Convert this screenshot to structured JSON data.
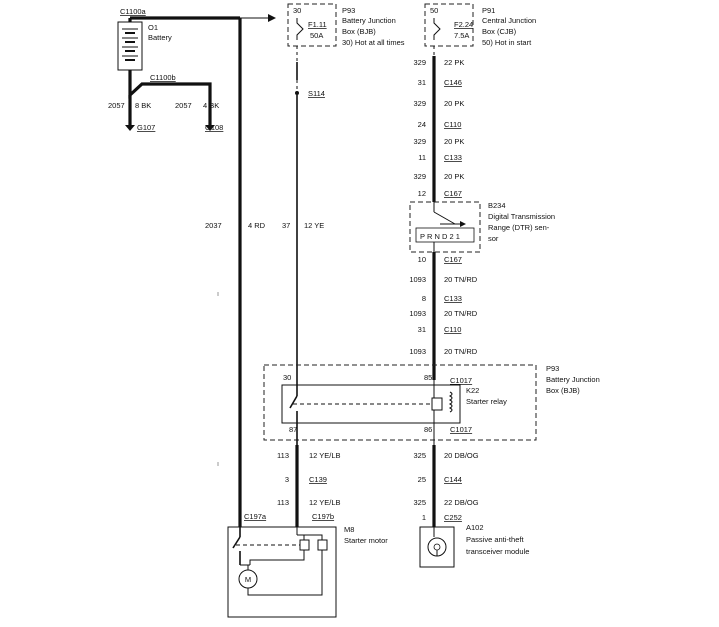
{
  "battery": {
    "connector": "C1100a",
    "ref": "O1",
    "name": "Battery"
  },
  "battery_neg": {
    "connector": "C1100b",
    "left_circuit": "2057",
    "left_wire": "8 BK",
    "right_circuit": "2057",
    "right_wire": "4 BK",
    "ground_left": "G107",
    "ground_right": "G108"
  },
  "main_feed": {
    "circuit": "2037",
    "wire": "4 RD"
  },
  "bjb_fuse": {
    "pin": "30",
    "ref": "P93",
    "title_line1": "Battery Junction",
    "title_line2": "Box (BJB)",
    "fuse": "F1.11",
    "rating": "50A",
    "note": "30)  Hot at all times"
  },
  "splice": "S114",
  "feed_37": {
    "circuit": "37",
    "wire": "12 YE"
  },
  "cjb_fuse": {
    "pin": "50",
    "ref": "P91",
    "title_line1": "Central Junction",
    "title_line2": "Box (CJB)",
    "fuse": "F2.24",
    "rating": "7.5A",
    "note": "50)  Hot in start"
  },
  "upper_run": [
    {
      "circuit": "329",
      "wire": "22 PK"
    },
    {
      "pin": "31",
      "connector": "C146"
    },
    {
      "circuit": "329",
      "wire": "20 PK"
    },
    {
      "pin": "24",
      "connector": "C110"
    },
    {
      "circuit": "329",
      "wire": "20 PK"
    },
    {
      "pin": "11",
      "connector": "C133"
    },
    {
      "circuit": "329",
      "wire": "20 PK"
    },
    {
      "pin": "12",
      "connector": "C167"
    }
  ],
  "dtr": {
    "ref": "B234",
    "line1": "Digital Transmission",
    "line2": "Range (DTR) sen-",
    "line3": "sor",
    "positions": "P  R  N  D  2  1"
  },
  "lower_run": [
    {
      "pin": "10",
      "connector": "C167"
    },
    {
      "circuit": "1093",
      "wire": "20 TN/RD"
    },
    {
      "pin": "8",
      "connector": "C133"
    },
    {
      "circuit": "1093",
      "wire": "20 TN/RD"
    },
    {
      "pin": "31",
      "connector": "C110"
    },
    {
      "circuit": "1093",
      "wire": "20 TN/RD"
    }
  ],
  "bjb_relay": {
    "ref": "P93",
    "title_line1": "Battery Junction",
    "title_line2": "Box (BJB)",
    "relay_ref": "K22",
    "relay_name": "Starter relay",
    "pin_30": "30",
    "pin_85": "85",
    "pin_87": "87",
    "pin_86": "86",
    "connector_top": "C1017",
    "connector_bottom": "C1017"
  },
  "starter_run": [
    {
      "circuit": "113",
      "wire": "12 YE/LB"
    },
    {
      "pin": "3",
      "connector": "C139"
    },
    {
      "circuit": "113",
      "wire": "12 YE/LB"
    }
  ],
  "pats_run": [
    {
      "circuit": "325",
      "wire": "20 DB/OG"
    },
    {
      "pin": "25",
      "connector": "C144"
    },
    {
      "circuit": "325",
      "wire": "22 DB/OG"
    },
    {
      "pin": "1",
      "connector": "C252"
    }
  ],
  "starter": {
    "connector_a": "C197a",
    "connector_b": "C197b",
    "ref": "M8",
    "name": "Starter motor",
    "motor_symbol": "M"
  },
  "pats": {
    "ref": "A102",
    "line1": "Passive anti-theft",
    "line2": "transceiver module"
  }
}
